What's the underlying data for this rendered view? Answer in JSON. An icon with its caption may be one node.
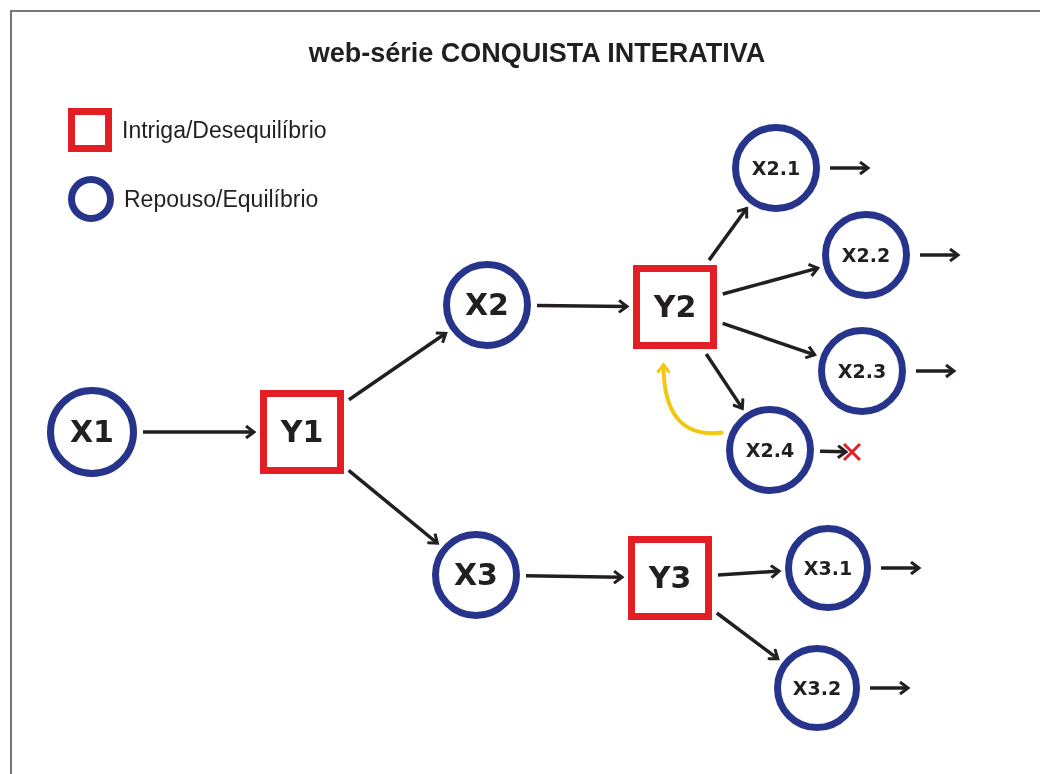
{
  "diagram": {
    "title": "web-série CONQUISTA INTERATIVA",
    "nodes": [
      {
        "text": [
          "X1"
        ]
      },
      {
        "text": [
          "Y1"
        ]
      },
      {
        "text": [
          "X2"
        ]
      },
      {
        "text": [
          "Y2"
        ]
      },
      {
        "text": [
          "X3"
        ]
      },
      {
        "text": [
          "Y3"
        ]
      },
      {
        "text": [
          "X2.1"
        ]
      },
      {
        "text": [
          "X2.2"
        ]
      },
      {
        "text": [
          "X2.3"
        ]
      },
      {
        "text": [
          "X2.4"
        ]
      },
      {
        "text": [
          "X3.1"
        ]
      },
      {
        "text": [
          "X3.2"
        ]
      },
      {
        "text": [],
        "shape": "cross"
      }
    ],
    "edges": [
      {
        "from": 0,
        "to": 1,
        "arrow": "to"
      },
      {
        "from": 1,
        "to": 2,
        "arrow": "to"
      },
      {
        "from": 1,
        "to": 4,
        "arrow": "to"
      },
      {
        "from": 2,
        "to": 3,
        "arrow": "to"
      },
      {
        "from": 3,
        "to": 6,
        "arrow": "to"
      },
      {
        "from": 3,
        "to": 7,
        "arrow": "to"
      },
      {
        "from": 3,
        "to": 8,
        "arrow": "to"
      },
      {
        "from": 3,
        "to": 9,
        "arrow": "to"
      },
      {
        "from": 9,
        "to": 3,
        "arrow": "to",
        "color": "#f2c811"
      },
      {
        "from": 4,
        "to": 5,
        "arrow": "to"
      },
      {
        "from": 5,
        "to": 10,
        "arrow": "to"
      },
      {
        "from": 5,
        "to": 11,
        "arrow": "to"
      },
      {
        "from": 6,
        "to": null,
        "arrow": "to"
      },
      {
        "from": 7,
        "to": null,
        "arrow": "to"
      },
      {
        "from": 8,
        "to": null,
        "arrow": "to"
      },
      {
        "from": 9,
        "to": 12,
        "arrow": "to"
      },
      {
        "from": 10,
        "to": null,
        "arrow": "to"
      },
      {
        "from": 11,
        "to": null,
        "arrow": "to"
      }
    ],
    "legend": [
      {
        "text": "Intriga/Desequilíbrio"
      },
      {
        "text": "Repouso/Equilíbrio"
      }
    ]
  }
}
